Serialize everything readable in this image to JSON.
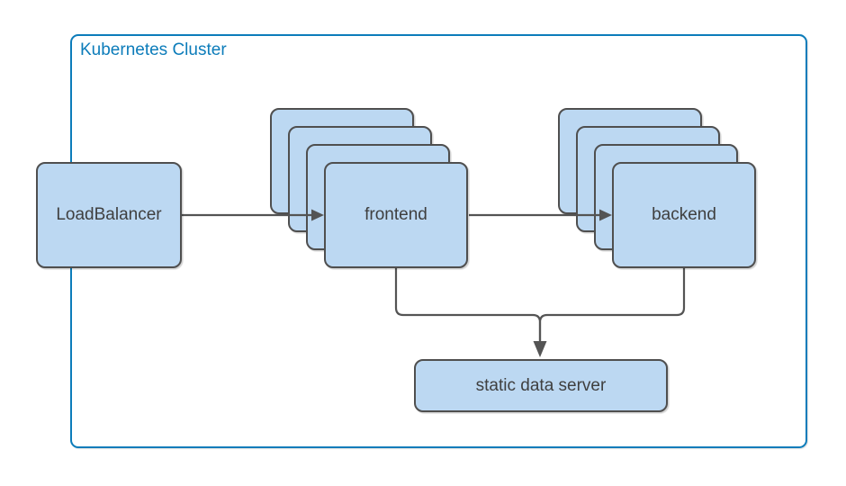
{
  "cluster": {
    "label": "Kubernetes Cluster"
  },
  "nodes": {
    "load_balancer": {
      "label": "LoadBalancer",
      "replicas": 1
    },
    "frontend": {
      "label": "frontend",
      "replicas": 4
    },
    "backend": {
      "label": "backend",
      "replicas": 4
    },
    "static_data_server": {
      "label": "static data server",
      "replicas": 1
    }
  },
  "edges": [
    {
      "from": "load_balancer",
      "to": "frontend",
      "arrow": true
    },
    {
      "from": "frontend",
      "to": "backend",
      "arrow": true
    },
    {
      "from": "frontend",
      "to": "static_data_server",
      "arrow": true
    },
    {
      "from": "backend",
      "to": "static_data_server",
      "arrow": true
    }
  ],
  "colors": {
    "cluster_border": "#0c7cba",
    "cluster_label": "#0c7cba",
    "node_fill": "#bcd8f2",
    "node_border": "#4f4f4f",
    "node_text": "#3f3f3f",
    "connector": "#545454",
    "background": "#ffffff"
  }
}
